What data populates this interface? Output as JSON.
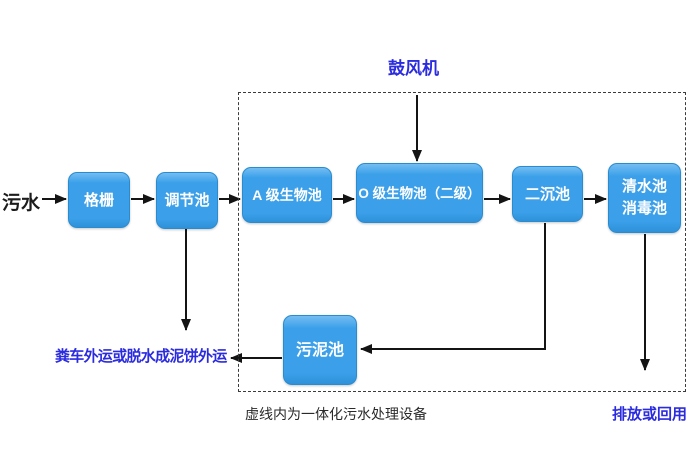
{
  "labels": {
    "source": "污水",
    "blower": "鼓风机",
    "grid": "格栅",
    "regulating_tank": "调节池",
    "a_bio_tank": "A 级生物池",
    "o_bio_tank": "O 级生物池（二级）",
    "secondary_clarifier": "二沉池",
    "clear_water_tank": "清水池",
    "disinfection_tank": "消毒池",
    "sludge_tank": "污泥池",
    "sludge_disposal": "粪车外运或脱水成泥饼外运",
    "discharge": "排放或回用",
    "caption": "虚线内为一体化污水处理设备"
  },
  "colors": {
    "node_fill": "#3ba0e9",
    "node_fill_light": "#74bdf2",
    "node_fill_dark": "#2e91da",
    "node_border": "#2a8ccf",
    "node_text": "#ffffff",
    "accent_text": "#2b2bdf",
    "ink": "#1c1c1c",
    "arrow": "#141414"
  }
}
